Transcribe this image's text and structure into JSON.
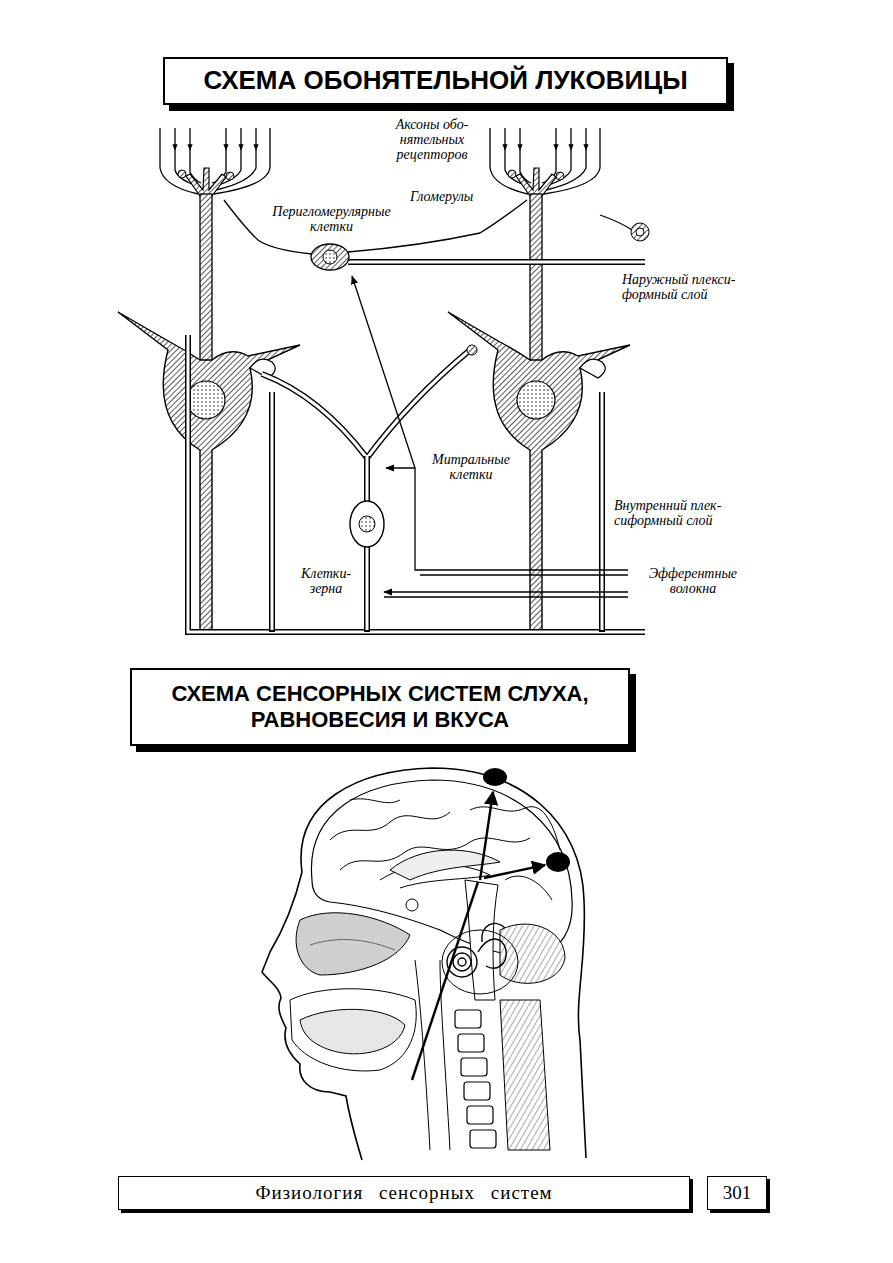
{
  "diagram": {
    "nodes": [
      {
        "text": [
          "СХЕМА ОБОНЯТЕЛЬНОЙ ЛУКОВИЦЫ"
        ]
      },
      {
        "text": [
          "СХЕМА СЕНСОРНЫХ СИСТЕМ СЛУХА, РАВНОВЕСИЯ И ВКУСА"
        ]
      },
      {
        "text": [
          "Физиология сенсорных систем"
        ]
      },
      {
        "text": [
          "301"
        ]
      }
    ],
    "labels": [
      "Аксоны обо- нятельных рецепторов",
      "Гломерулы",
      "Перигломерулярные клетки",
      "Наружный плекси- формный слой",
      "Митральные клетки",
      "Внутренний плек- сиформный слой",
      "Клетки- зерна",
      "Эфферентные волокна"
    ]
  }
}
